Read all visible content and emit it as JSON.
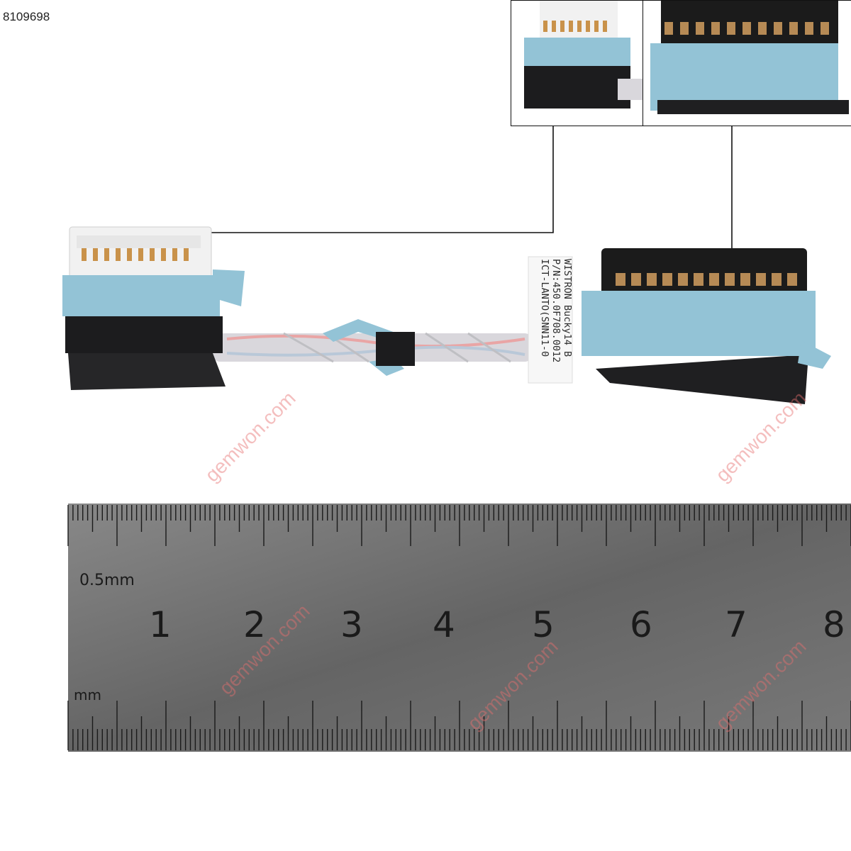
{
  "product_id": "8109698",
  "cable_label": {
    "line1": "WISTRON Bucky14 B",
    "line2": "P/N:450.0F708.0012",
    "line3": "ICT-LANTO(SNN11-0"
  },
  "ruler": {
    "unit_top": "0.5mm",
    "unit_bottom": "mm",
    "numbers": [
      "1",
      "2",
      "3",
      "4",
      "5",
      "6",
      "7",
      "8"
    ]
  },
  "watermark": "gemwon.com",
  "colors": {
    "blue_tape": "#93c3d6",
    "black_tape": "#1c1c1e",
    "ruler_metal": "#6e6e6e",
    "connector_white": "#f1f1f1",
    "connector_black": "#1b1b1b"
  }
}
